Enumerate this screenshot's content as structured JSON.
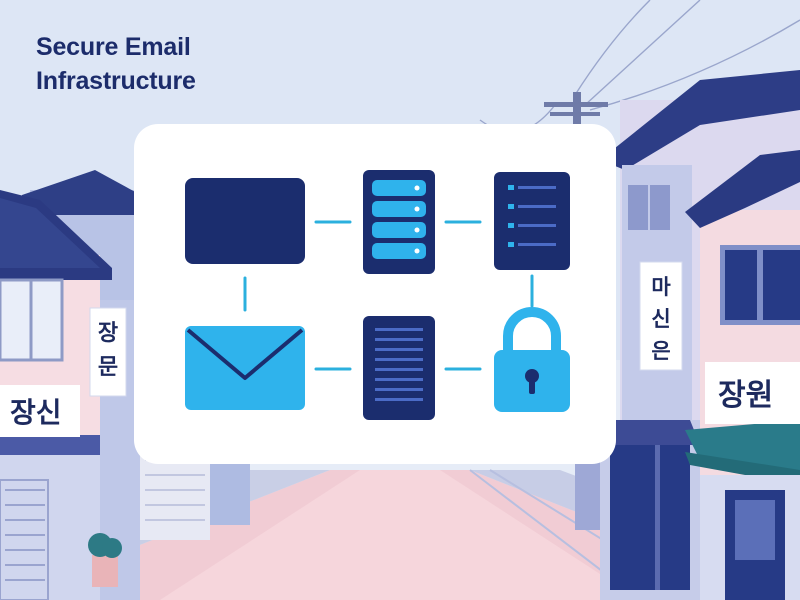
{
  "title": {
    "line1": "Secure Email",
    "line2": "Infrastructure"
  },
  "signs": {
    "left_vertical_top": "장",
    "left_vertical_bottom": "문",
    "left_horizontal": "장신",
    "right_vertical_top": "마",
    "right_vertical_mid": "신",
    "right_vertical_bottom": "은",
    "right_horizontal": "장원"
  },
  "diagram": {
    "nodes": [
      {
        "id": "monitor",
        "icon": "monitor-icon"
      },
      {
        "id": "server-cyan",
        "icon": "server-rack-icon"
      },
      {
        "id": "server-list",
        "icon": "server-list-icon"
      },
      {
        "id": "envelope",
        "icon": "envelope-icon"
      },
      {
        "id": "server-dark",
        "icon": "server-rack-icon"
      },
      {
        "id": "padlock",
        "icon": "padlock-icon"
      }
    ],
    "connections": [
      [
        "monitor",
        "server-cyan"
      ],
      [
        "server-cyan",
        "server-list"
      ],
      [
        "monitor",
        "envelope"
      ],
      [
        "envelope",
        "server-dark"
      ],
      [
        "server-dark",
        "padlock"
      ],
      [
        "server-list",
        "padlock"
      ]
    ]
  },
  "colors": {
    "sky": "#dfe7f6",
    "navy": "#1b2d6e",
    "cyan": "#2fb3ec",
    "connector": "#2bb0de",
    "road": "#f3cdd4",
    "awning": "#2a7b8a"
  }
}
